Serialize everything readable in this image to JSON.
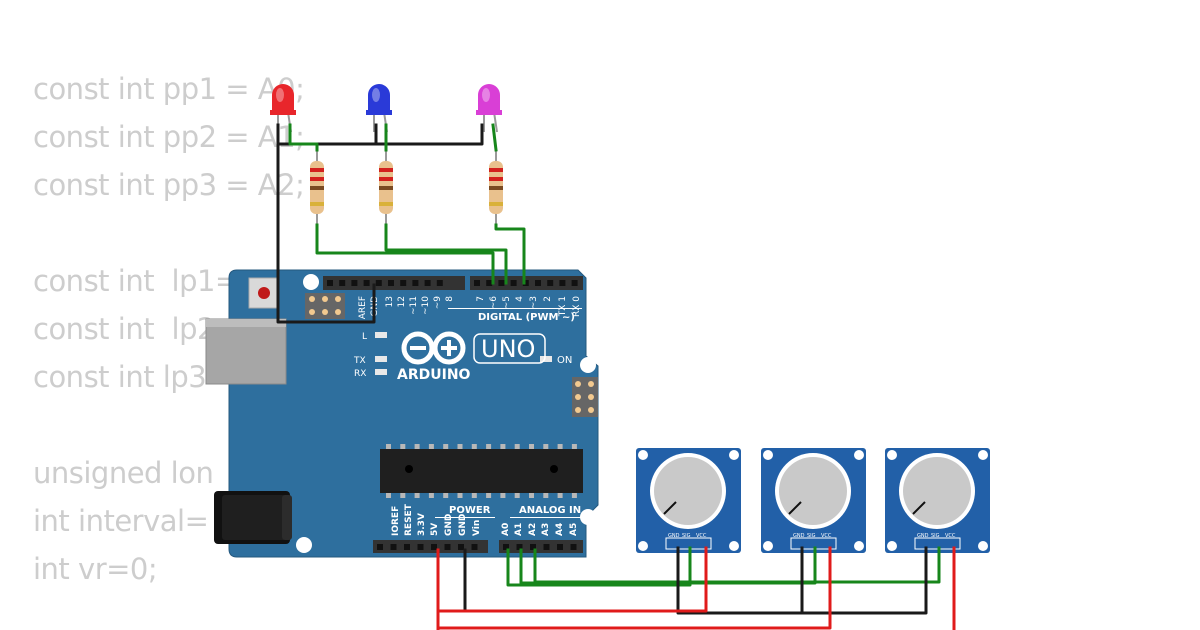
{
  "code_lines": [
    "const int pp1 = A0;",
    "const int pp2 = A1;",
    "const int pp3 = A2;",
    "",
    "const int  lp1=",
    "const int  lp2",
    "const int lp3",
    "",
    "unsigned lon",
    "int interval=",
    "int vr=0;"
  ],
  "board": {
    "brand": "ARDUINO",
    "model": "UNO",
    "digital_header_label": "DIGITAL (PWM ~)",
    "power_header_label": "POWER",
    "analog_header_label": "ANALOG IN",
    "led_l": "L",
    "led_tx": "TX",
    "led_rx": "RX",
    "led_on": "ON",
    "digital_pins": [
      "AREF",
      "GND",
      "13",
      "12",
      "~11",
      "~10",
      "~9",
      "8",
      "7",
      "~6",
      "~5",
      "4",
      "~3",
      "2",
      "TX 1",
      "RX 0"
    ],
    "power_pins": [
      "IOREF",
      "RESET",
      "3.3V",
      "5V",
      "GND",
      "GND",
      "Vin"
    ],
    "analog_pins": [
      "A0",
      "A1",
      "A2",
      "A3",
      "A4",
      "A5"
    ]
  },
  "leds": [
    {
      "id": "led1",
      "color": "#e8262b"
    },
    {
      "id": "led2",
      "color": "#2a3ad8"
    },
    {
      "id": "led3",
      "color": "#d93fd6"
    }
  ],
  "potentiometers": [
    {
      "id": "pot1",
      "pins": [
        "GND",
        "SIG",
        "VCC"
      ]
    },
    {
      "id": "pot2",
      "pins": [
        "GND",
        "SIG",
        "VCC"
      ]
    },
    {
      "id": "pot3",
      "pins": [
        "GND",
        "SIG",
        "VCC"
      ]
    }
  ],
  "wire_colors": {
    "ground": "#1a1a1a",
    "signal": "#17861b",
    "power": "#e01b1b"
  },
  "board_color": "#2e6f9e"
}
